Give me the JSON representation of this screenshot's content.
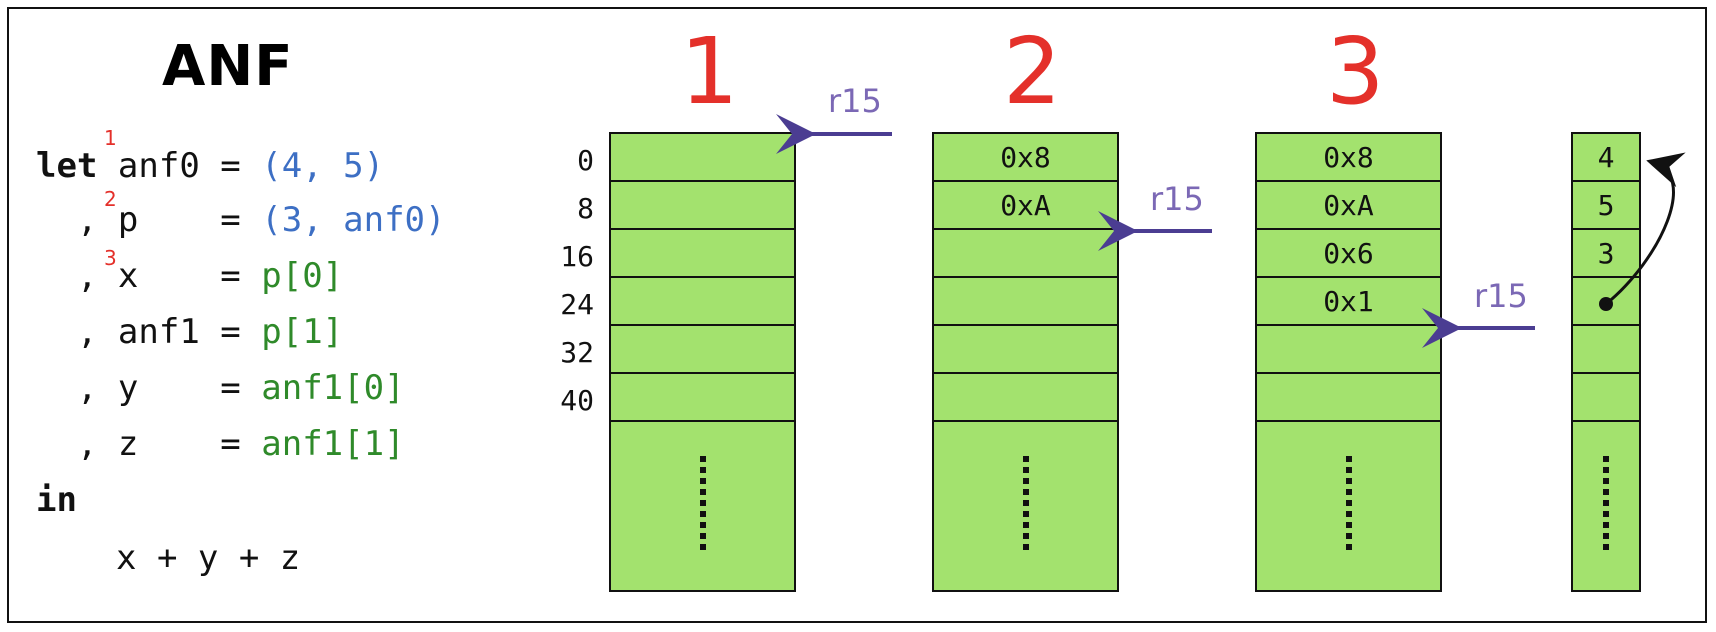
{
  "title": "ANF",
  "code": {
    "let_kw": "let",
    "in_kw": "in",
    "lines": [
      {
        "prefix": "",
        "name": "anf0",
        "eq": "=",
        "value": "(4, 5)",
        "sup": "1"
      },
      {
        "prefix": ",",
        "name": "p   ",
        "eq": "=",
        "value": "(3, anf0)",
        "sup": "2"
      },
      {
        "prefix": ",",
        "name": "x   ",
        "eq": "=",
        "value": "p[0]",
        "sup": "3"
      },
      {
        "prefix": ",",
        "name": "anf1",
        "eq": "=",
        "value": "p[1]"
      },
      {
        "prefix": ",",
        "name": "y   ",
        "eq": "=",
        "value": "anf1[0]"
      },
      {
        "prefix": ",",
        "name": "z   ",
        "eq": "=",
        "value": "anf1[1]"
      }
    ],
    "body": "x + y + z"
  },
  "snapshots": [
    {
      "label": "1",
      "cells": [
        "",
        "",
        "",
        "",
        "",
        ""
      ],
      "pointer": "r15"
    },
    {
      "label": "2",
      "cells": [
        "0x8",
        "0xA",
        "",
        "",
        "",
        ""
      ],
      "pointer": "r15"
    },
    {
      "label": "3",
      "cells": [
        "0x8",
        "0xA",
        "0x6",
        "0x1",
        "",
        ""
      ],
      "pointer": "r15"
    }
  ],
  "offsets": [
    "0",
    "8",
    "16",
    "24",
    "32",
    "40"
  ],
  "heap_view": {
    "cells": [
      "4",
      "5",
      "3",
      "",
      "",
      ""
    ]
  },
  "colors": {
    "cell": "#a3e26e",
    "snapshot_label": "#e4302a",
    "pointer": "#7b68b5",
    "tuple": "#3d6fc4",
    "access": "#2f8a2a"
  }
}
